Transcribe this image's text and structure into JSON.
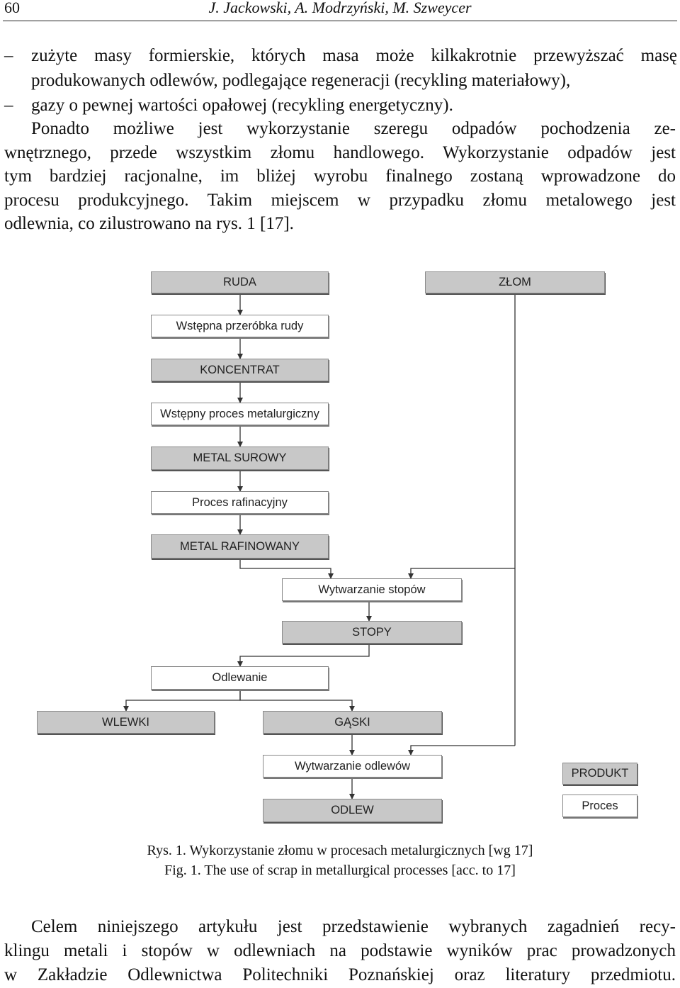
{
  "header": {
    "page_number": "60",
    "running_head": "J. Jackowski, A. Modrzyński, M. Szweycer"
  },
  "bullets": [
    {
      "dash": "–",
      "lines": [
        "zużyte masy formierskie, których masa może kilkakrotnie przewyższać masę",
        "produkowanych odlewów, podlegające regeneracji (recykling materiałowy),"
      ]
    },
    {
      "dash": "–",
      "lines": [
        "gazy o pewnej wartości opałowej (recykling energetyczny)."
      ]
    }
  ],
  "paragraph_1": [
    "Ponadto możliwe jest wykorzystanie szeregu odpadów pochodzenia ze-",
    "wnętrznego, przede wszystkim złomu handlowego. Wykorzystanie odpadów jest",
    "tym bardziej racjonalne, im bliżej wyrobu finalnego zostaną wprowadzone do",
    "procesu produkcyjnego. Takim miejscem w przypadku złomu metalowego jest",
    "odlewnia, co zilustrowano na rys. 1 [17]."
  ],
  "diagram": {
    "ruda": "RUDA",
    "zlom": "ZŁOM",
    "wstepna_przerobka": "Wstępna przeróbka rudy",
    "koncentrat": "KONCENTRAT",
    "wstepny_proces": "Wstępny proces metalurgiczny",
    "metal_surowy": "METAL SUROWY",
    "proces_rafinacyjny": "Proces rafinacyjny",
    "metal_rafinowany": "METAL RAFINOWANY",
    "wytwarzanie_stopow": "Wytwarzanie stopów",
    "stopy": "STOPY",
    "odlewanie": "Odlewanie",
    "wlewki": "WLEWKI",
    "gaski": "GĄSKI",
    "wytwarzanie_odlewow": "Wytwarzanie odlewów",
    "odlew": "ODLEW",
    "legend_produkt": "PRODUKT",
    "legend_proces": "Proces"
  },
  "captions": {
    "pl": "Rys. 1. Wykorzystanie złomu w procesach metalurgicznych [wg 17]",
    "en": "Fig. 1. The use of scrap in metallurgical processes [acc. to 17]"
  },
  "paragraph_2": [
    "Celem niniejszego artykułu jest przedstawienie wybranych zagadnień recy-",
    "klingu metali i stopów w odlewniach na podstawie wyników prac prowadzonych",
    "w Zakładzie Odlewnictwa Politechniki Poznańskiej oraz literatury przedmiotu."
  ]
}
